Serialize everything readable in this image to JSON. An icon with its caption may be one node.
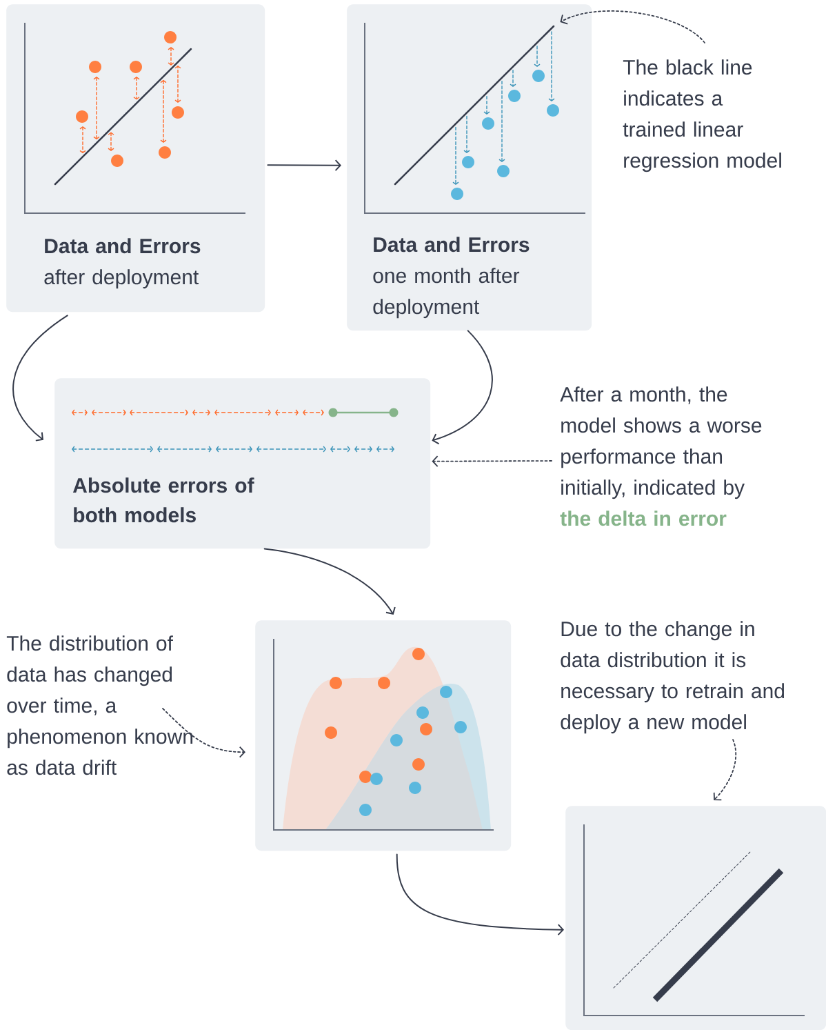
{
  "diagram": {
    "nodes": [
      {
        "text": [
          "Data and Errors",
          "after deployment"
        ]
      },
      {
        "text": [
          "Data and Errors",
          "one month after deployment"
        ]
      },
      {
        "text": [
          "The black line indicates a trained linear regression model"
        ]
      },
      {
        "text": [
          "Absolute errors of both models"
        ]
      },
      {
        "text": [
          "After a month, the model shows a worse performance than initially, indicated by",
          "the delta in error"
        ]
      },
      {
        "text": [
          "The distribution of data has changed over time, a phenomenon known as data drift"
        ]
      },
      {
        "text": [],
        "shape": "box"
      },
      {
        "text": [
          "Due to the change in data distribution it is necessary to retrain and deploy a new model"
        ]
      },
      {
        "text": [],
        "shape": "box"
      }
    ],
    "edges": [
      {
        "from": 0,
        "to": 1,
        "arrow": "to"
      },
      {
        "from": 0,
        "to": 3,
        "arrow": "to"
      },
      {
        "from": 1,
        "to": 3,
        "arrow": "to"
      },
      {
        "from": 2,
        "to": 1,
        "arrow": "to",
        "style": "dashed"
      },
      {
        "from": 4,
        "to": 3,
        "arrow": "to",
        "style": "dashed"
      },
      {
        "from": 3,
        "to": 6,
        "arrow": "to"
      },
      {
        "from": 5,
        "to": 6,
        "arrow": "to",
        "style": "dashed"
      },
      {
        "from": 6,
        "to": 8,
        "arrow": "to"
      },
      {
        "from": 7,
        "to": 8,
        "arrow": "to",
        "style": "dashed"
      }
    ]
  }
}
